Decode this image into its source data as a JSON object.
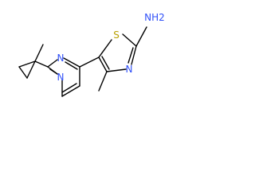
{
  "structure": {
    "atoms": {
      "nh2": {
        "label": "NH2",
        "element": "N"
      },
      "thiazole_s": {
        "label": "S",
        "element": "S"
      },
      "thiazole_n": {
        "label": "N",
        "element": "N"
      },
      "pyrimidine_n1": {
        "label": "N",
        "element": "N"
      },
      "pyrimidine_n3": {
        "label": "N",
        "element": "N"
      }
    },
    "colors": {
      "bond": "#000000",
      "nitrogen": "#3050f8",
      "sulfur": "#b8a000"
    }
  }
}
